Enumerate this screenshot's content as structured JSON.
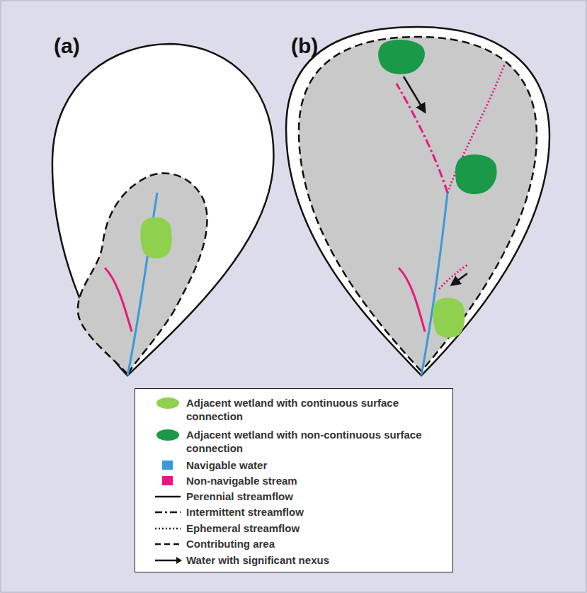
{
  "diagram": {
    "labels": [
      "(a)",
      "(b)"
    ],
    "legend": [
      {
        "text": "Adjacent wetland with continuous surface connection",
        "color": "#8fd14f"
      },
      {
        "text": "Adjacent wetland with non-continuous surface connection",
        "color": "#1a9a48"
      },
      {
        "text": "Navigable water",
        "color": "#3a9ad9"
      },
      {
        "text": "Non-navigable stream",
        "color": "#e8187f"
      },
      {
        "text": "Perennial streamflow"
      },
      {
        "text": "Intermittent streamflow"
      },
      {
        "text": "Ephemeral streamflow"
      },
      {
        "text": "Contributing area"
      },
      {
        "text": "Water with significant nexus"
      }
    ]
  }
}
